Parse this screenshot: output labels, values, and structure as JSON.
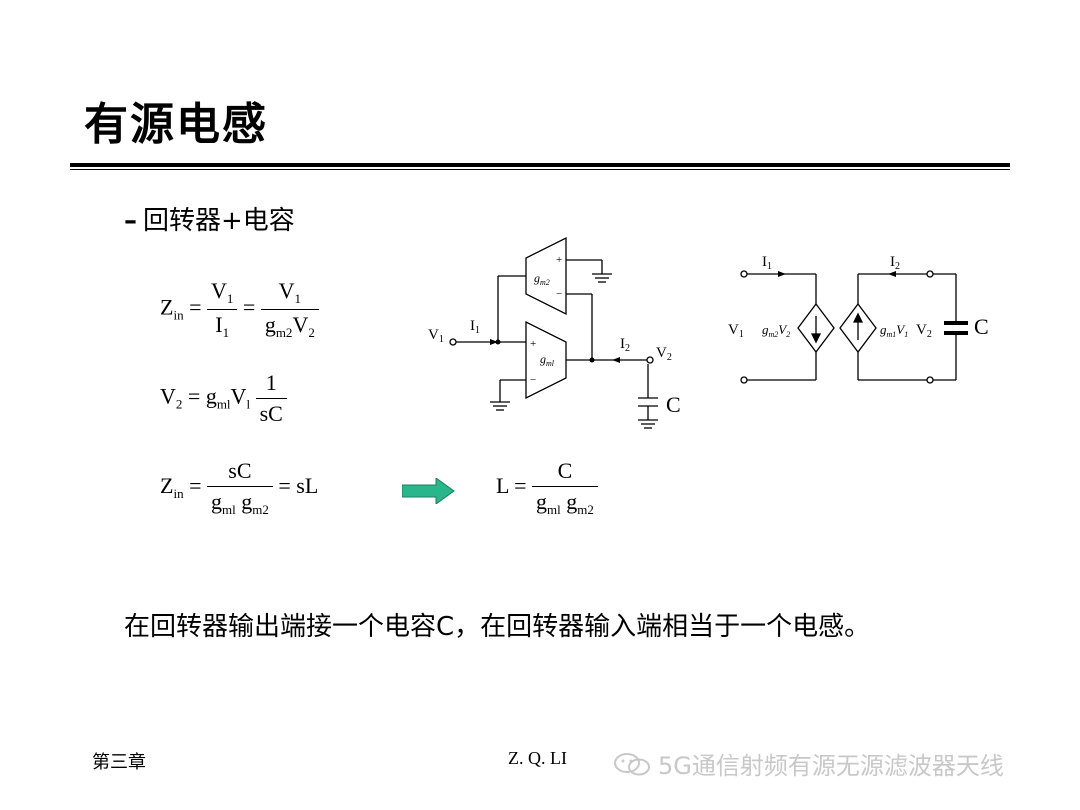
{
  "slide": {
    "title": "有源电感",
    "bullet_dash": "–",
    "bullet_text": "回转器+电容",
    "caption": "在回转器输出端接一个电容C，在回转器输入端相当于一个电感。",
    "footer_left": "第三章",
    "footer_mid": "Z. Q. LI",
    "watermark": "5G通信射频有源无源滤波器天线",
    "watermark_icon": "wechat-icon"
  },
  "equations": {
    "eq1": {
      "lhs": "Z",
      "lhs_sub": "in",
      "num1": "V",
      "num1_sub": "1",
      "den1": "I",
      "den1_sub": "1",
      "num2": "V",
      "num2_sub": "1",
      "den2": "g",
      "den2_sub": "m2",
      "den2_b": "V",
      "den2_b_sub": "2"
    },
    "eq2": {
      "lhs": "V",
      "lhs_sub": "2",
      "mid": "g",
      "mid_sub": "ml",
      "mid_b": "V",
      "mid_b_sub": "l",
      "num": "1",
      "den": "sC"
    },
    "eq3": {
      "lhs": "Z",
      "lhs_sub": "in",
      "num": "sC",
      "den_a": "g",
      "den_a_sub": "ml",
      "den_b": "g",
      "den_b_sub": "m2",
      "rhs": "= sL"
    },
    "eq4": {
      "lhs": "L",
      "num": "C",
      "den_a": "g",
      "den_a_sub": "ml",
      "den_b": "g",
      "den_b_sub": "m2"
    },
    "arrow_color": "#2bb58a"
  },
  "circuit1": {
    "gm2": "g",
    "gm2_sub": "m2",
    "gm1": "g",
    "gm1_sub": "ml",
    "v1": "V",
    "v1_sub": "1",
    "i1": "I",
    "i1_sub": "1",
    "i2": "I",
    "i2_sub": "2",
    "v2": "V",
    "v2_sub": "2",
    "cap": "C",
    "plus": "+",
    "minus": "−"
  },
  "circuit2": {
    "i1": "I",
    "i1_sub": "1",
    "i2": "I",
    "i2_sub": "2",
    "v1": "V",
    "v1_sub": "1",
    "v2": "V",
    "v2_sub": "2",
    "src1": "g",
    "src1_sub": "m2",
    "src1_v": "V",
    "src1_vsub": "2",
    "src2": "g",
    "src2_sub": "m1",
    "src2_v": "V",
    "src2_vsub": "1",
    "cap": "C"
  }
}
